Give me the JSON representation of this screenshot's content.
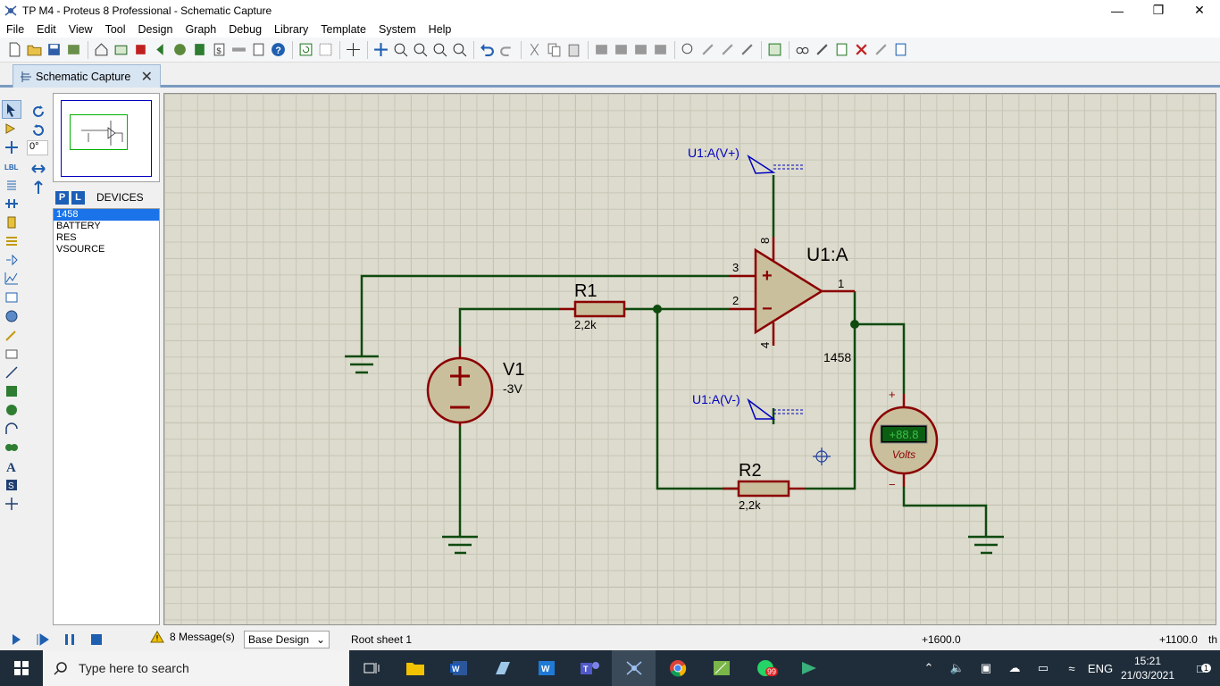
{
  "window": {
    "title": "TP M4 - Proteus 8 Professional - Schematic Capture"
  },
  "menu": [
    "File",
    "Edit",
    "View",
    "Tool",
    "Design",
    "Graph",
    "Debug",
    "Library",
    "Template",
    "System",
    "Help"
  ],
  "tab": {
    "label": "Schematic Capture"
  },
  "rotation": {
    "angle": "0°"
  },
  "devices": {
    "header": "DEVICES",
    "p_label": "P",
    "l_label": "L",
    "items": [
      "1458",
      "BATTERY",
      "RES",
      "VSOURCE"
    ],
    "selected": "1458"
  },
  "schematic": {
    "opamp": {
      "ref": "U1:A",
      "part": "1458",
      "pin_plus": "3",
      "pin_minus": "2",
      "pin_out": "1",
      "pin_vcc": "8",
      "pin_vee": "4"
    },
    "rail_pos": "U1:A(V+)",
    "rail_neg": "U1:A(V-)",
    "r1": {
      "ref": "R1",
      "value": "2,2k"
    },
    "r2": {
      "ref": "R2",
      "value": "2,2k"
    },
    "v1": {
      "ref": "V1",
      "value": "-3V"
    },
    "voltmeter": {
      "display": "+88.8",
      "unit": "Volts",
      "plus": "+",
      "minus": "−"
    },
    "signs": {
      "plus": "+",
      "minus": "−"
    }
  },
  "status": {
    "messages": "8 Message(s)",
    "design": "Base Design",
    "sheet": "Root sheet 1",
    "x": "+1600.0",
    "y": "+1100.0",
    "unit": "th"
  },
  "taskbar": {
    "search_placeholder": "Type here to search",
    "lang": "ENG",
    "time": "15:21",
    "date": "21/03/2021",
    "notification_count": "99",
    "action_center_count": "1"
  },
  "colors": {
    "wire": "#0f4a0f",
    "component": "#8b0000",
    "component_fill": "#c9bf9c",
    "grid_bg": "#dcdbcd",
    "label_blue": "#0000c0"
  }
}
